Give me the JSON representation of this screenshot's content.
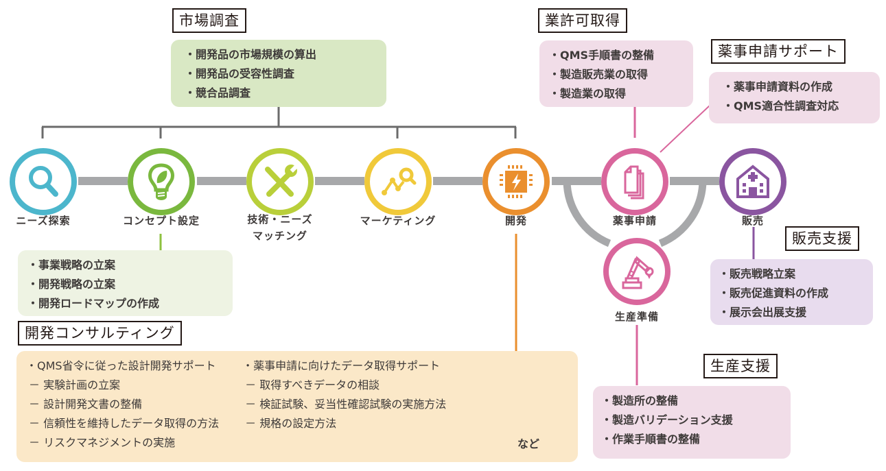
{
  "market_research": {
    "title": "市場調査",
    "items": [
      "開発品の市場規模の算出",
      "開発品の受容性調査",
      "競合品調査"
    ]
  },
  "license": {
    "title": "業許可取得",
    "items": [
      "QMS手順書の整備",
      "製造販売業の取得",
      "製造業の取得"
    ]
  },
  "regulatory_support": {
    "title": "薬事申請サポート",
    "items": [
      "薬事申請資料の作成",
      "QMS適合性調査対応"
    ]
  },
  "concept_note": {
    "items": [
      "事業戦略の立案",
      "開発戦略の立案",
      "開発ロードマップの作成"
    ]
  },
  "dev_consulting": {
    "title": "開発コンサルティング",
    "col1": {
      "heading": "QMS省令に従った設計開発サポート",
      "items": [
        "実験計画の立案",
        "設計開発文書の整備",
        "信頼性を維持したデータ取得の方法",
        "リスクマネジメントの実施"
      ]
    },
    "col2": {
      "heading": "薬事申請に向けたデータ取得サポート",
      "items": [
        "取得すべきデータの相談",
        "検証試験、妥当性確認試験の実施方法",
        "規格の設定方法"
      ]
    },
    "etc": "など"
  },
  "sales_support": {
    "title": "販売支援",
    "items": [
      "販売戦略立案",
      "販売促進資料の作成",
      "展示会出展支援"
    ]
  },
  "production_support": {
    "title": "生産支援",
    "items": [
      "製造所の整備",
      "製造バリデーション支援",
      "作業手順書の整備"
    ]
  },
  "nodes": [
    {
      "label": "ニーズ探索",
      "icon": "magnifier-icon",
      "color": "#4cb6cc"
    },
    {
      "label": "コンセプト設定",
      "icon": "lightbulb-leaf-icon",
      "color": "#7ab83e"
    },
    {
      "label": "技術・ニーズ\nマッチング",
      "label_line1": "技術・ニーズ",
      "label_line2": "マッチング",
      "icon": "tools-icon",
      "color": "#b9cf3a"
    },
    {
      "label": "マーケティング",
      "icon": "chart-search-icon",
      "color": "#f0c93a"
    },
    {
      "label": "開発",
      "icon": "chip-bolt-icon",
      "color": "#ea8f2e"
    },
    {
      "label": "薬事申請",
      "icon": "documents-icon",
      "color": "#d9669c"
    },
    {
      "label": "販売",
      "icon": "hospital-icon",
      "color": "#8a55a0"
    },
    {
      "label": "生産準備",
      "icon": "robot-arm-icon",
      "color": "#d9669c"
    }
  ],
  "colors": {
    "connector_gray": "#a7a8aa",
    "bracket_gray": "#6b6b6b",
    "concept_line": "#8ec13f",
    "dev_line": "#ea8f2e",
    "pink_line": "#d9669c",
    "purple_line": "#8a55a0"
  }
}
